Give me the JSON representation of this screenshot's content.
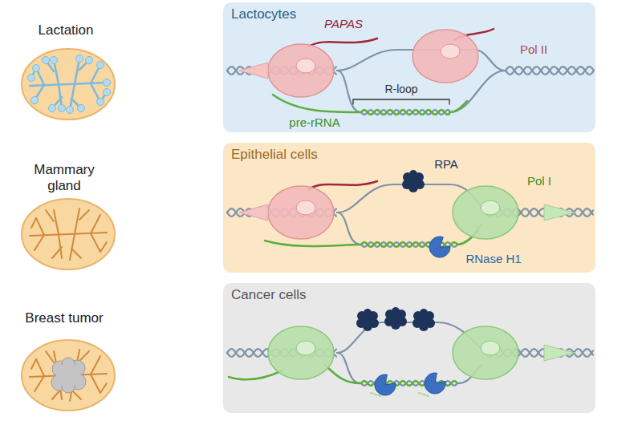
{
  "diagram": {
    "nodes": [
      {
        "text": [
          "Lactocytes"
        ]
      },
      {
        "text": [
          "Epithelial cells"
        ]
      },
      {
        "text": [
          "Cancer cells"
        ]
      }
    ],
    "labels": [
      "Lactation",
      "Mammary gland",
      "Breast tumor",
      "PAPAS",
      "Pol II",
      "R-loop",
      "pre-rRNA",
      "RPA",
      "Pol I",
      "RNase H1"
    ]
  }
}
